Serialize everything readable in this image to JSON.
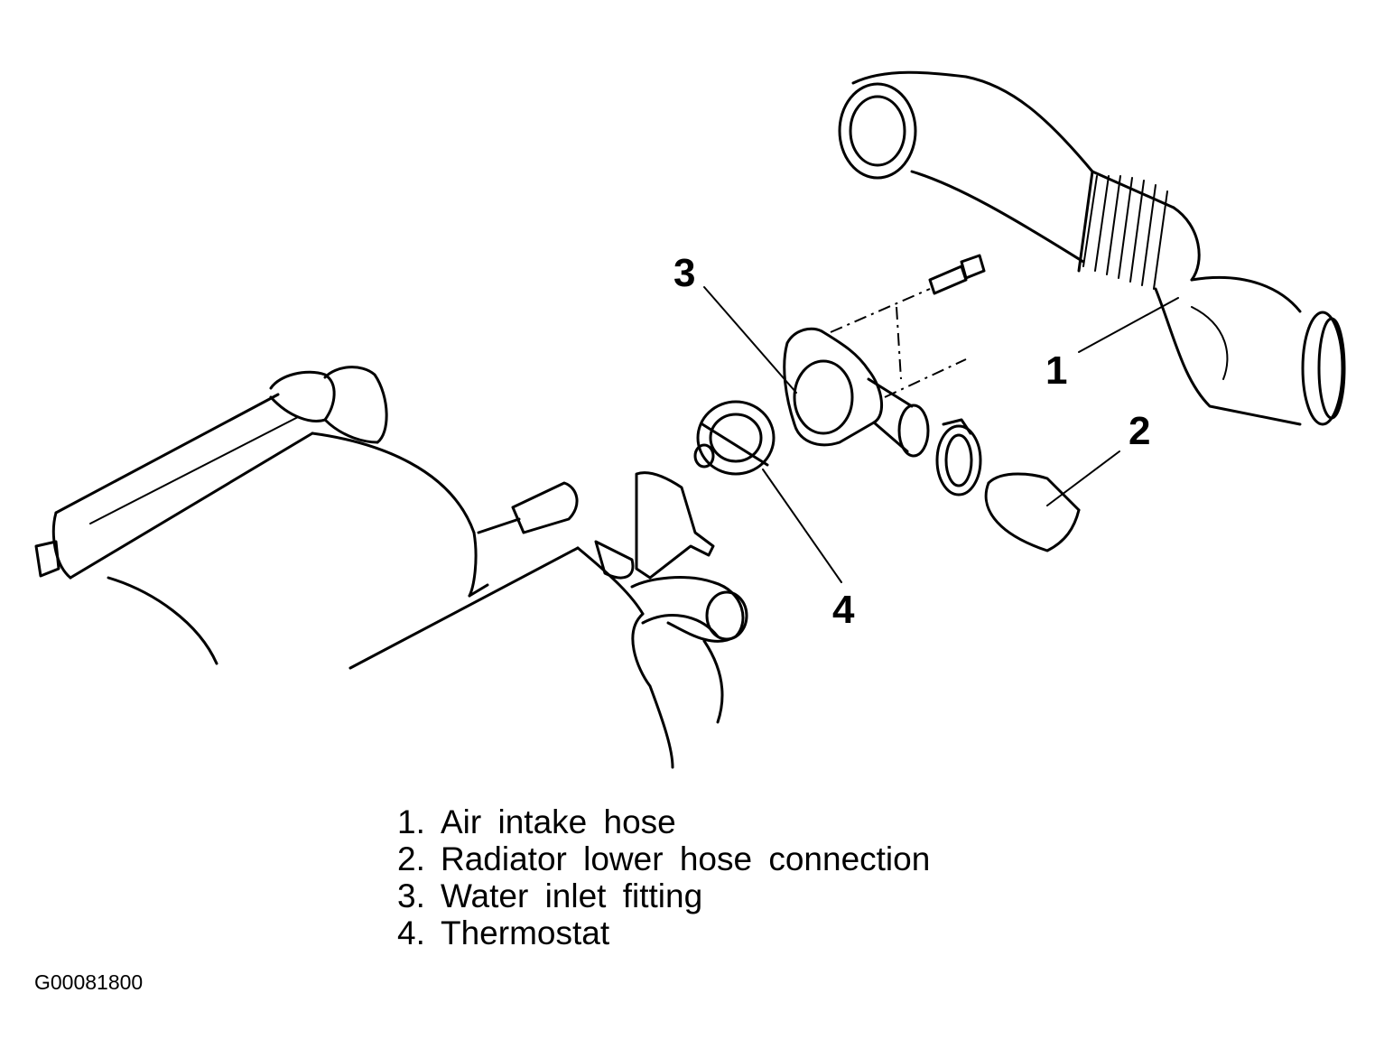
{
  "callouts": [
    {
      "number": "1",
      "label": "Air intake hose"
    },
    {
      "number": "2",
      "label": "Radiator lower hose connection"
    },
    {
      "number": "3",
      "label": "Water inlet fitting"
    },
    {
      "number": "4",
      "label": "Thermostat"
    }
  ],
  "legend": [
    {
      "num": "1.",
      "text": "Air intake hose"
    },
    {
      "num": "2.",
      "text": "Radiator lower hose connection"
    },
    {
      "num": "3.",
      "text": "Water inlet fitting"
    },
    {
      "num": "4.",
      "text": "Thermostat"
    }
  ],
  "figure_id": "G00081800"
}
